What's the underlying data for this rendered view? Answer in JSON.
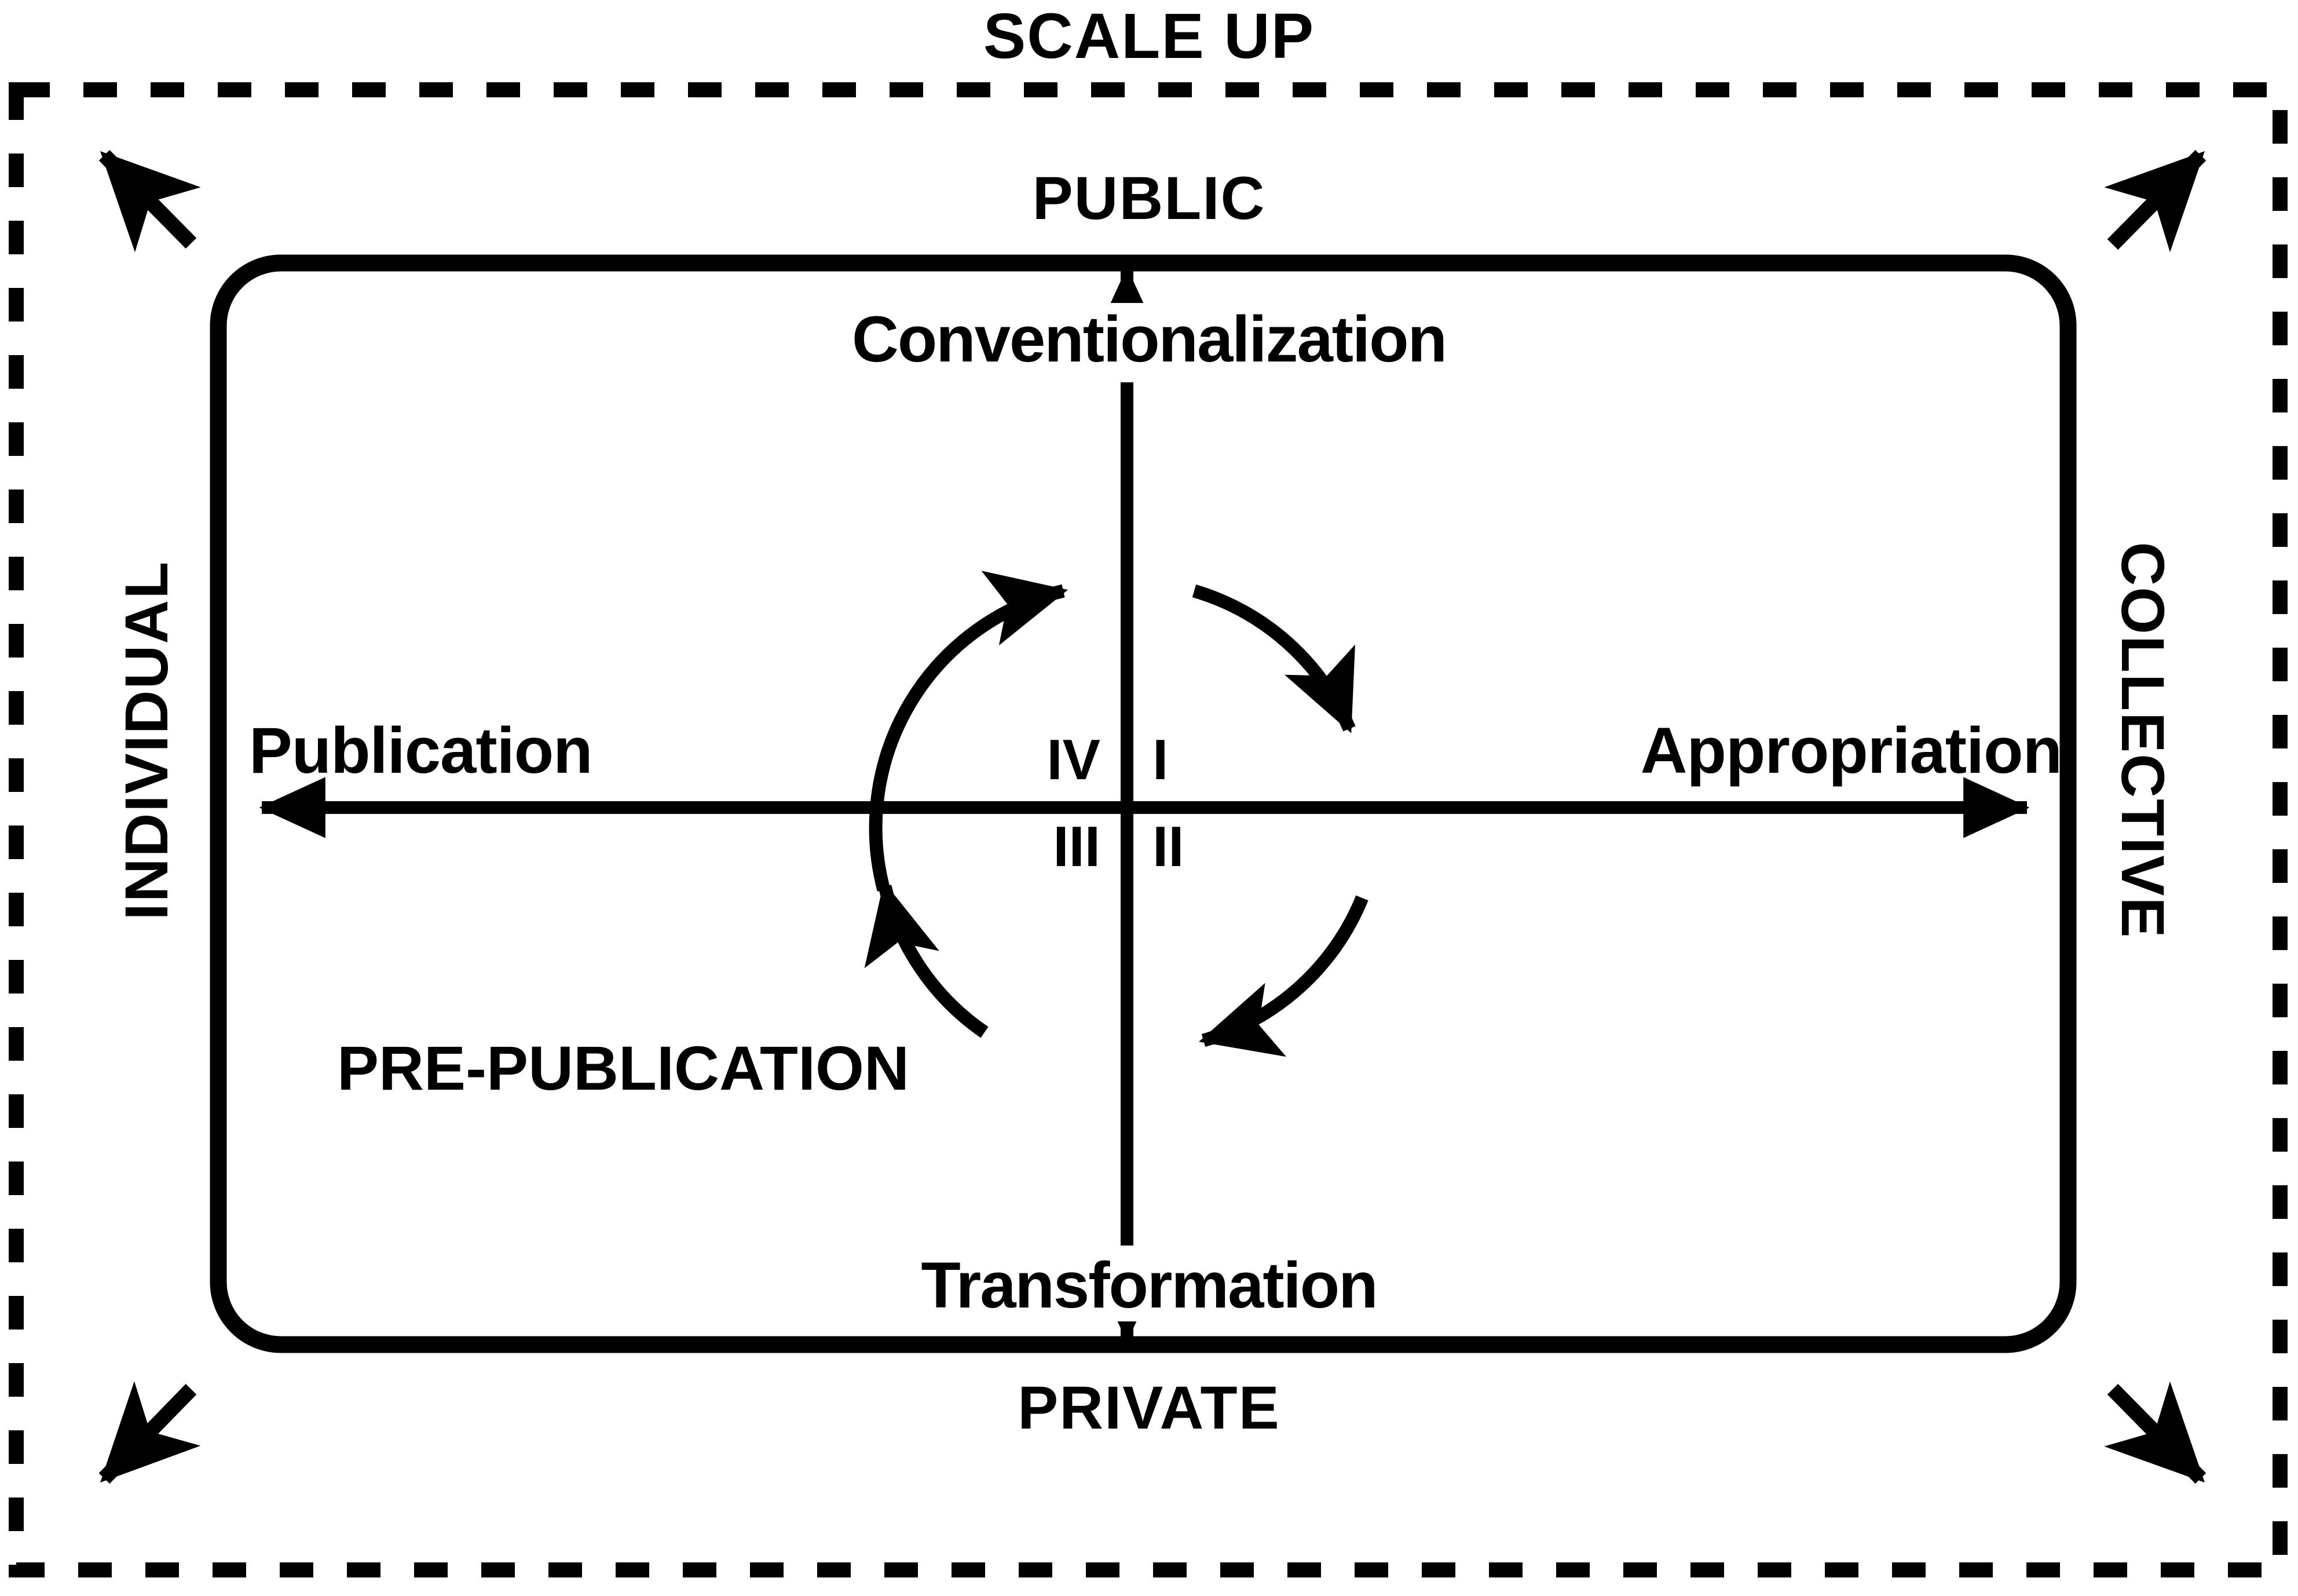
{
  "diagram": {
    "title": "SCALE UP",
    "frame": {
      "outer_border_style": "dashed",
      "inner_border_style": "solid-rounded",
      "stroke_color": "#000000",
      "background_color": "#ffffff"
    },
    "axes": {
      "vertical": {
        "top_pole": "PUBLIC",
        "bottom_pole": "PRIVATE",
        "up_direction_label": "Conventionalization",
        "down_direction_label": "Transformation"
      },
      "horizontal": {
        "left_pole": "INDIVIDUAL",
        "right_pole": "COLLECTIVE",
        "left_direction_label": "Publication",
        "right_direction_label": "Appropriation"
      }
    },
    "zone_label": "PRE-PUBLICATION",
    "quadrants": [
      {
        "numeral": "I",
        "position": "upper-right"
      },
      {
        "numeral": "II",
        "position": "lower-right"
      },
      {
        "numeral": "III",
        "position": "lower-left"
      },
      {
        "numeral": "IV",
        "position": "upper-left"
      }
    ],
    "cycle": {
      "direction": "clockwise",
      "segments": [
        "IV",
        "I",
        "II",
        "III"
      ]
    },
    "corner_arrows": [
      {
        "corner": "top-left",
        "direction": "up-left"
      },
      {
        "corner": "top-right",
        "direction": "up-right"
      },
      {
        "corner": "bottom-left",
        "direction": "down-left"
      },
      {
        "corner": "bottom-right",
        "direction": "down-right"
      }
    ]
  }
}
